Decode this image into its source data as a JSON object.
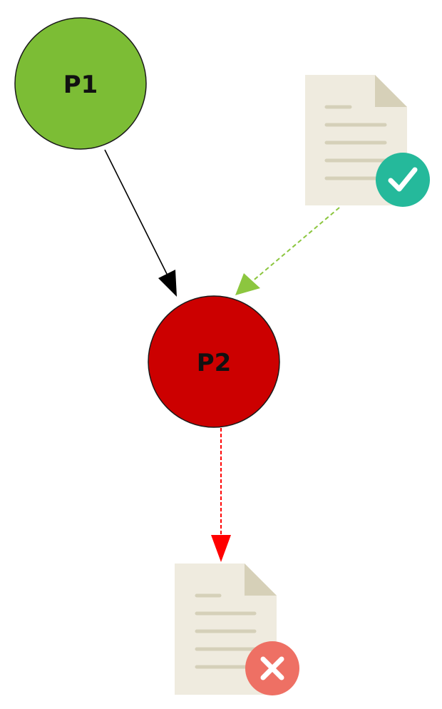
{
  "nodes": {
    "p1": {
      "label": "P1",
      "fill": "#7cbd35",
      "stroke": "#1a1a1a"
    },
    "p2": {
      "label": "P2",
      "fill": "#cc0000",
      "stroke": "#1a1a1a"
    }
  },
  "documents": {
    "valid": {
      "badge": "check-badge",
      "paper_color": "#efebdf",
      "fold_color": "#d6d0b8",
      "line_color": "#d5d0b9",
      "badge_color": "#25b99b"
    },
    "invalid": {
      "badge": "cross-badge",
      "paper_color": "#efebdf",
      "fold_color": "#d6d0b8",
      "line_color": "#d5d0b9",
      "badge_color": "#ee7064"
    }
  },
  "edges": [
    {
      "from": "p1",
      "to": "p2",
      "style": "solid",
      "color": "#000000"
    },
    {
      "from": "valid-document",
      "to": "p2",
      "style": "dashed",
      "color": "#8cc63f"
    },
    {
      "from": "p2",
      "to": "invalid-document",
      "style": "dashed",
      "color": "#ff0000"
    }
  ]
}
